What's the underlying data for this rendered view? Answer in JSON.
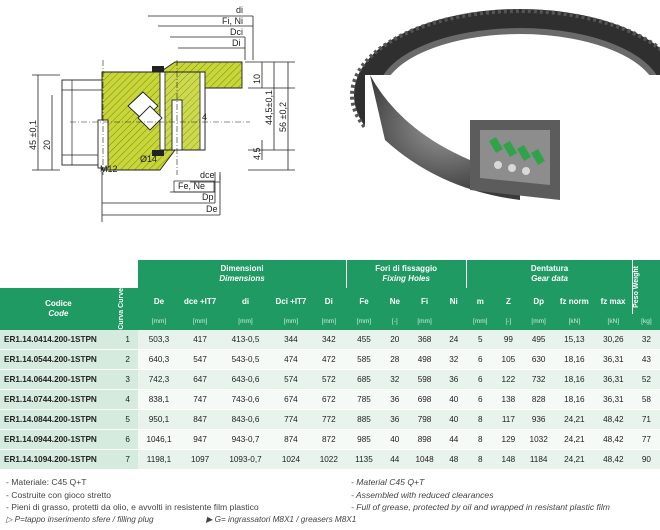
{
  "drawing": {
    "labels": {
      "di": "di",
      "fi_ni": "Fi, Ni",
      "dci": "Dci",
      "di2": "Di",
      "h10": "10",
      "h44": "44,5±0,1",
      "h56": "56 ±0,2",
      "h45": "45 ±0,1",
      "h20": "20",
      "h4": "4",
      "h45b": "4,5",
      "phi14": "Ø14",
      "m12": "M12",
      "dce": "dce",
      "fe_ne": "Fe, Ne",
      "dp": "Dp",
      "de": "De"
    },
    "colors": {
      "hatch": "#c8d63a",
      "line": "#222222"
    }
  },
  "table": {
    "code_header": "Codice",
    "code_header_en": "Code",
    "curve_header": "Curva Curve",
    "weight_header": "Peso Weight",
    "groups": {
      "dimensions": "Dimensioni",
      "dimensions_en": "Dimensions",
      "fixing": "Fori di fissaggio",
      "fixing_en": "Fixing Holes",
      "gear": "Dentatura",
      "gear_en": "Gear data"
    },
    "columns": [
      "De",
      "dce +IT7",
      "di",
      "Dci +IT7",
      "Di",
      "Fe",
      "Ne",
      "Fi",
      "Ni",
      "m",
      "Z",
      "Dp",
      "fz norm",
      "fz max"
    ],
    "units": [
      "[mm]",
      "[mm]",
      "[mm]",
      "[mm]",
      "[mm]",
      "[mm]",
      "[-]",
      "[mm]",
      "",
      "[mm]",
      "[-]",
      "[mm]",
      "[kN]",
      "[kN]",
      "[kg]"
    ],
    "rows": [
      [
        "ER1.14.0414.200-1STPN",
        "1",
        "503,3",
        "417",
        "413-0,5",
        "344",
        "342",
        "455",
        "20",
        "368",
        "24",
        "5",
        "99",
        "495",
        "15,13",
        "30,26",
        "32"
      ],
      [
        "ER1.14.0544.200-1STPN",
        "2",
        "640,3",
        "547",
        "543-0,5",
        "474",
        "472",
        "585",
        "28",
        "498",
        "32",
        "6",
        "105",
        "630",
        "18,16",
        "36,31",
        "43"
      ],
      [
        "ER1.14.0644.200-1STPN",
        "3",
        "742,3",
        "647",
        "643-0,6",
        "574",
        "572",
        "685",
        "32",
        "598",
        "36",
        "6",
        "122",
        "732",
        "18,16",
        "36,31",
        "52"
      ],
      [
        "ER1.14.0744.200-1STPN",
        "4",
        "838,1",
        "747",
        "743-0,6",
        "674",
        "672",
        "785",
        "36",
        "698",
        "40",
        "6",
        "138",
        "828",
        "18,16",
        "36,31",
        "58"
      ],
      [
        "ER1.14.0844.200-1STPN",
        "5",
        "950,1",
        "847",
        "843-0,6",
        "774",
        "772",
        "885",
        "36",
        "798",
        "40",
        "8",
        "117",
        "936",
        "24,21",
        "48,42",
        "71"
      ],
      [
        "ER1.14.0944.200-1STPN",
        "6",
        "1046,1",
        "947",
        "943-0,7",
        "874",
        "872",
        "985",
        "40",
        "898",
        "44",
        "8",
        "129",
        "1032",
        "24,21",
        "48,42",
        "77"
      ],
      [
        "ER1.14.1094.200-1STPN",
        "7",
        "1198,1",
        "1097",
        "1093-0,7",
        "1024",
        "1022",
        "1135",
        "44",
        "1048",
        "48",
        "8",
        "148",
        "1184",
        "24,21",
        "48,42",
        "90"
      ]
    ]
  },
  "notes": {
    "it": [
      "- Materiale: C45 Q+T",
      "- Costruite con gioco stretto",
      "- Pieni di grasso, protetti da olio, e avvolti in resistente film plastico"
    ],
    "en": [
      "- Material C45 Q+T",
      "- Assembled with reduced clearances",
      "- Full of grease, protected by oil and wrapped in resistant plastic film"
    ],
    "legend_p": "▷ P=tappo  inserimento sfere / filling plug",
    "legend_g": "▶ G= ingrassatori M8X1 / greasers M8X1"
  }
}
